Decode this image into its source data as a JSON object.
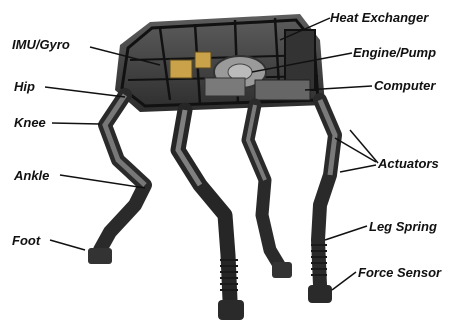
{
  "labels": {
    "heat_exchanger": "Heat Exchanger",
    "imu_gyro": "IMU/Gyro",
    "engine_pump": "Engine/Pump",
    "hip": "Hip",
    "computer": "Computer",
    "knee": "Knee",
    "actuators": "Actuators",
    "ankle": "Ankle",
    "leg_spring": "Leg Spring",
    "foot": "Foot",
    "force_sensor": "Force Sensor"
  },
  "colors": {
    "text": "#111111",
    "frame": "#2b2b2b",
    "metal": "#8a8a8a",
    "accent": "#c9a24a"
  }
}
